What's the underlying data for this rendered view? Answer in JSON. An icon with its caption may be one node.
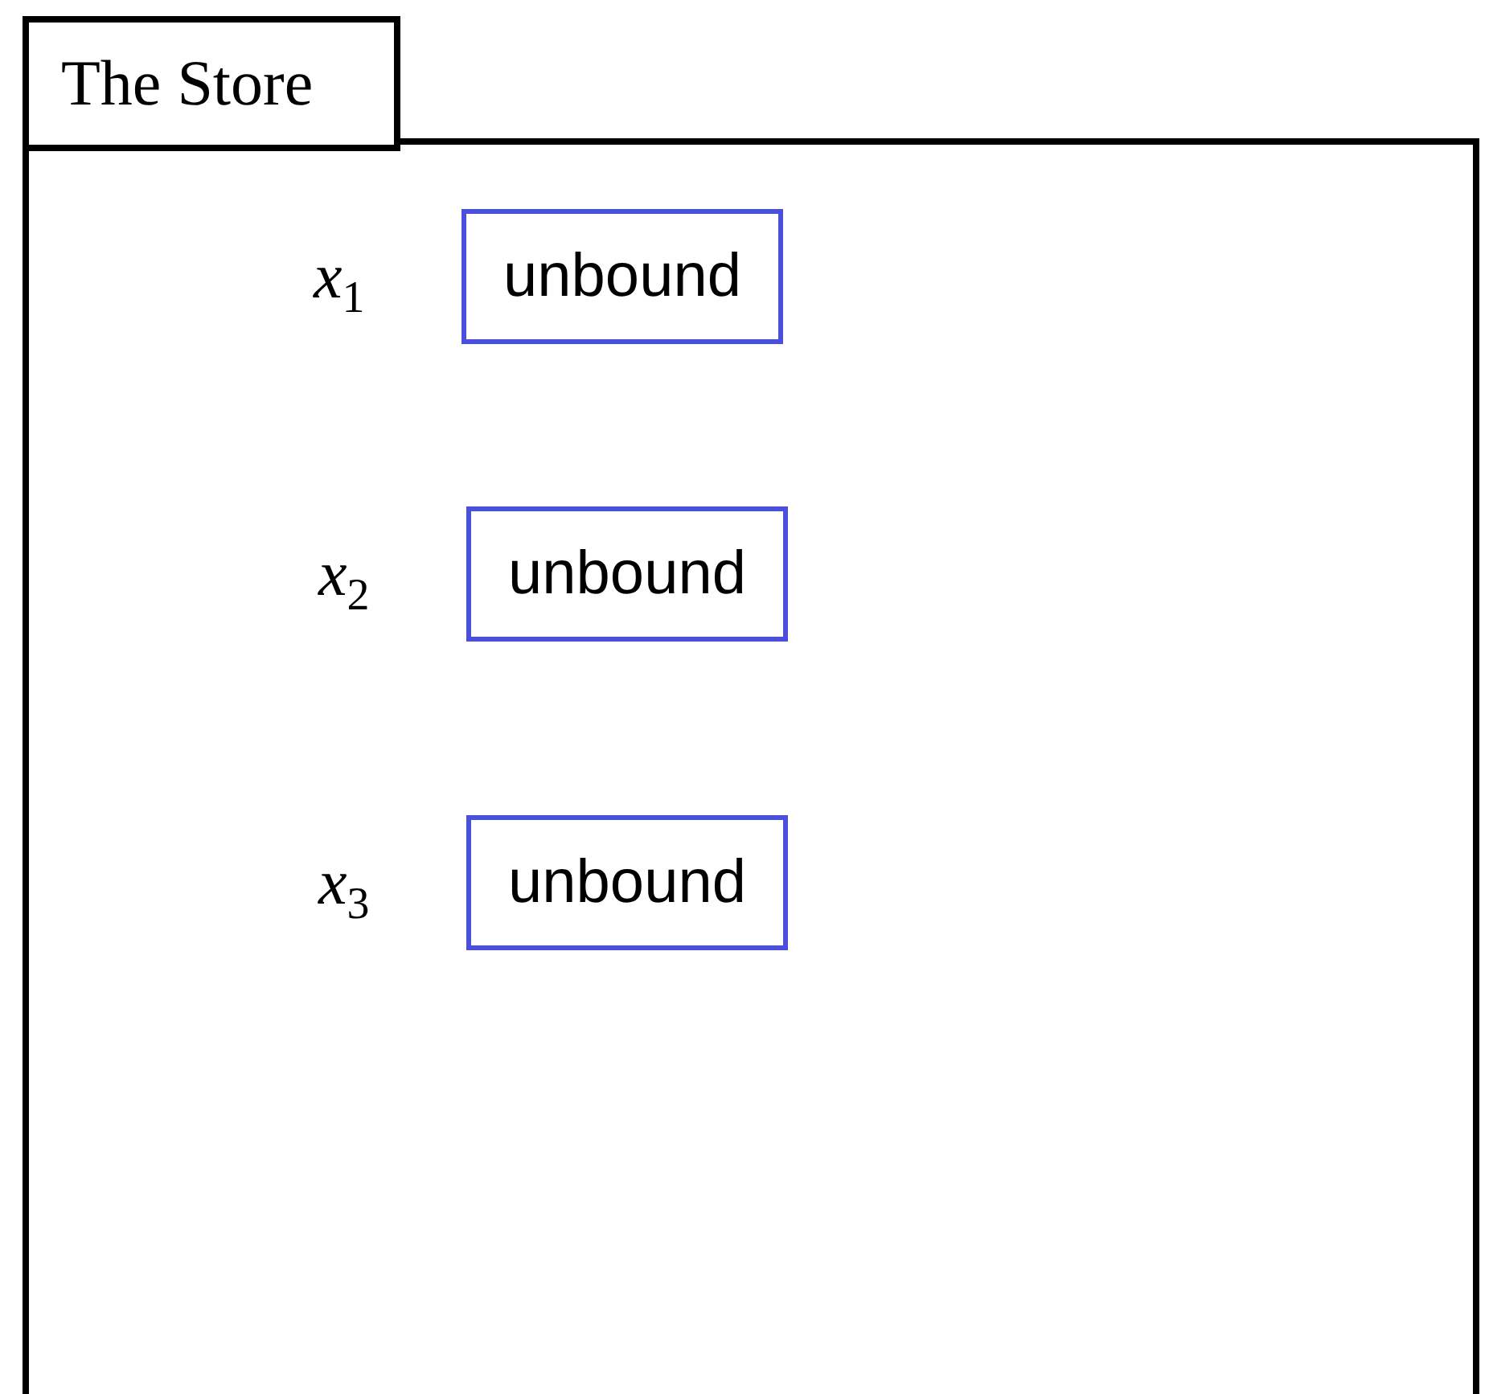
{
  "diagram": {
    "nodes": [
      {
        "text": [
          "The Store"
        ]
      },
      {
        "text": [
          "unbound"
        ],
        "in": 0,
        "beside": [
          "*x*$_{1}$"
        ]
      },
      {
        "text": [
          "unbound"
        ],
        "in": 0,
        "beside": [
          "*x*$_{2}$"
        ]
      },
      {
        "text": [
          "unbound"
        ],
        "in": 0,
        "beside": [
          "*x*$_{3}$"
        ]
      }
    ],
    "edges": []
  }
}
